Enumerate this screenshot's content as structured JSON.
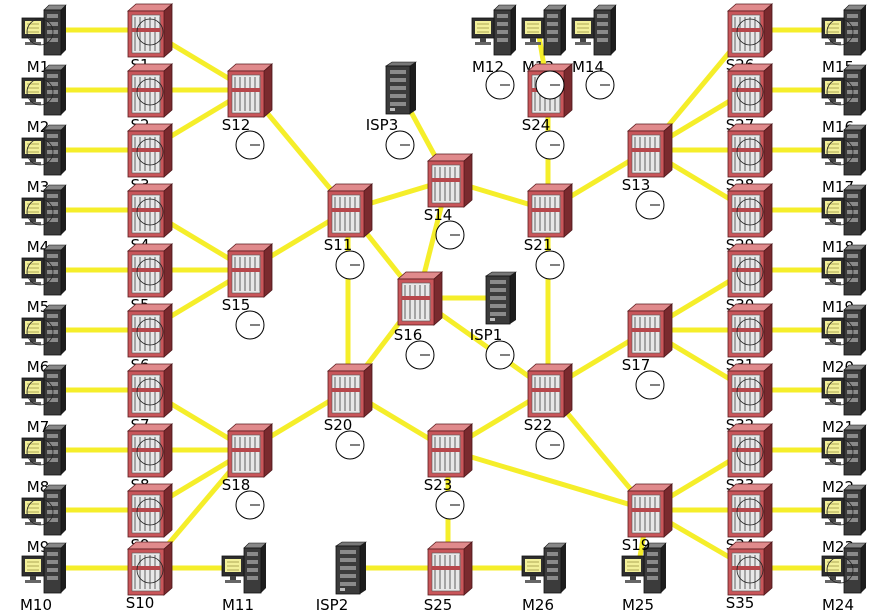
{
  "colors": {
    "link": "#f5ee2a",
    "switch_body": "#c9565a",
    "switch_dark": "#7a2a2e",
    "server_body": "#3b3b3b",
    "monitor_screen": "#f2f09a"
  },
  "nodes": [
    {
      "id": "M1",
      "label": "M1",
      "kind": "host"
    },
    {
      "id": "M2",
      "label": "M2",
      "kind": "host"
    },
    {
      "id": "M3",
      "label": "M3",
      "kind": "host"
    },
    {
      "id": "M4",
      "label": "M4",
      "kind": "host"
    },
    {
      "id": "M5",
      "label": "M5",
      "kind": "host"
    },
    {
      "id": "M6",
      "label": "M6",
      "kind": "host"
    },
    {
      "id": "M7",
      "label": "M7",
      "kind": "host"
    },
    {
      "id": "M8",
      "label": "M8",
      "kind": "host"
    },
    {
      "id": "M9",
      "label": "M9",
      "kind": "host"
    },
    {
      "id": "M10",
      "label": "M10",
      "kind": "host"
    },
    {
      "id": "M11",
      "label": "M11",
      "kind": "host"
    },
    {
      "id": "M12",
      "label": "M12",
      "kind": "host"
    },
    {
      "id": "M13",
      "label": "M13",
      "kind": "host"
    },
    {
      "id": "M14",
      "label": "M14",
      "kind": "host"
    },
    {
      "id": "M15",
      "label": "M15",
      "kind": "host"
    },
    {
      "id": "M16",
      "label": "M16",
      "kind": "host"
    },
    {
      "id": "M17",
      "label": "M17",
      "kind": "host"
    },
    {
      "id": "M18",
      "label": "M18",
      "kind": "host"
    },
    {
      "id": "M19",
      "label": "M19",
      "kind": "host"
    },
    {
      "id": "M20",
      "label": "M20",
      "kind": "host"
    },
    {
      "id": "M21",
      "label": "M21",
      "kind": "host"
    },
    {
      "id": "M22",
      "label": "M22",
      "kind": "host"
    },
    {
      "id": "M23",
      "label": "M23",
      "kind": "host"
    },
    {
      "id": "M24",
      "label": "M24",
      "kind": "host"
    },
    {
      "id": "M25",
      "label": "M25",
      "kind": "host"
    },
    {
      "id": "M26",
      "label": "M26",
      "kind": "host"
    },
    {
      "id": "ISP1",
      "label": "ISP1",
      "kind": "server"
    },
    {
      "id": "ISP2",
      "label": "ISP2",
      "kind": "server"
    },
    {
      "id": "ISP3",
      "label": "ISP3",
      "kind": "server"
    },
    {
      "id": "S1",
      "label": "S1",
      "kind": "switch"
    },
    {
      "id": "S2",
      "label": "S2",
      "kind": "switch"
    },
    {
      "id": "S3",
      "label": "S3",
      "kind": "switch"
    },
    {
      "id": "S4",
      "label": "S4",
      "kind": "switch"
    },
    {
      "id": "S5",
      "label": "S5",
      "kind": "switch"
    },
    {
      "id": "S6",
      "label": "S6",
      "kind": "switch"
    },
    {
      "id": "S7",
      "label": "S7",
      "kind": "switch"
    },
    {
      "id": "S8",
      "label": "S8",
      "kind": "switch"
    },
    {
      "id": "S9",
      "label": "S9",
      "kind": "switch"
    },
    {
      "id": "S10",
      "label": "S10",
      "kind": "switch"
    },
    {
      "id": "S11",
      "label": "S11",
      "kind": "switch"
    },
    {
      "id": "S12",
      "label": "S12",
      "kind": "switch"
    },
    {
      "id": "S13",
      "label": "S13",
      "kind": "switch"
    },
    {
      "id": "S14",
      "label": "S14",
      "kind": "switch"
    },
    {
      "id": "S15",
      "label": "S15",
      "kind": "switch"
    },
    {
      "id": "S16",
      "label": "S16",
      "kind": "switch"
    },
    {
      "id": "S17",
      "label": "S17",
      "kind": "switch"
    },
    {
      "id": "S18",
      "label": "S18",
      "kind": "switch"
    },
    {
      "id": "S19",
      "label": "S19",
      "kind": "switch"
    },
    {
      "id": "S20",
      "label": "S20",
      "kind": "switch"
    },
    {
      "id": "S21",
      "label": "S21",
      "kind": "switch"
    },
    {
      "id": "S22",
      "label": "S22",
      "kind": "switch"
    },
    {
      "id": "S23",
      "label": "S23",
      "kind": "switch"
    },
    {
      "id": "S24",
      "label": "S24",
      "kind": "switch"
    },
    {
      "id": "S25",
      "label": "S25",
      "kind": "switch"
    },
    {
      "id": "S26",
      "label": "S26",
      "kind": "switch"
    },
    {
      "id": "S27",
      "label": "S27",
      "kind": "switch"
    },
    {
      "id": "S28",
      "label": "S28",
      "kind": "switch"
    },
    {
      "id": "S29",
      "label": "S29",
      "kind": "switch"
    },
    {
      "id": "S30",
      "label": "S30",
      "kind": "switch"
    },
    {
      "id": "S31",
      "label": "S31",
      "kind": "switch"
    },
    {
      "id": "S32",
      "label": "S32",
      "kind": "switch"
    },
    {
      "id": "S33",
      "label": "S33",
      "kind": "switch"
    },
    {
      "id": "S34",
      "label": "S34",
      "kind": "switch"
    },
    {
      "id": "S35",
      "label": "S35",
      "kind": "switch"
    }
  ],
  "links": [
    [
      "M1",
      "S1"
    ],
    [
      "M2",
      "S2"
    ],
    [
      "M3",
      "S3"
    ],
    [
      "M4",
      "S4"
    ],
    [
      "M5",
      "S5"
    ],
    [
      "M6",
      "S6"
    ],
    [
      "M7",
      "S7"
    ],
    [
      "M8",
      "S8"
    ],
    [
      "M9",
      "S9"
    ],
    [
      "M10",
      "S10"
    ],
    [
      "S1",
      "S12"
    ],
    [
      "S2",
      "S12"
    ],
    [
      "S3",
      "S12"
    ],
    [
      "S4",
      "S15"
    ],
    [
      "S5",
      "S15"
    ],
    [
      "S6",
      "S15"
    ],
    [
      "S7",
      "S18"
    ],
    [
      "S8",
      "S18"
    ],
    [
      "S9",
      "S18"
    ],
    [
      "S10",
      "S18"
    ],
    [
      "S10",
      "M11"
    ],
    [
      "S12",
      "S11"
    ],
    [
      "S15",
      "S11"
    ],
    [
      "S18",
      "S20"
    ],
    [
      "S11",
      "S20"
    ],
    [
      "S11",
      "S14"
    ],
    [
      "S11",
      "S16"
    ],
    [
      "ISP3",
      "S14"
    ],
    [
      "S14",
      "S21"
    ],
    [
      "S14",
      "S16"
    ],
    [
      "S16",
      "ISP1"
    ],
    [
      "S16",
      "S20"
    ],
    [
      "S16",
      "S22"
    ],
    [
      "S20",
      "S23"
    ],
    [
      "S23",
      "S22"
    ],
    [
      "S23",
      "S25"
    ],
    [
      "S23",
      "S19"
    ],
    [
      "ISP2",
      "S25"
    ],
    [
      "S25",
      "M26"
    ],
    [
      "S24",
      "S21"
    ],
    [
      "M13",
      "S24"
    ],
    [
      "S21",
      "S13"
    ],
    [
      "S21",
      "S22"
    ],
    [
      "S22",
      "S17"
    ],
    [
      "S22",
      "S19"
    ],
    [
      "S13",
      "S26"
    ],
    [
      "S13",
      "S27"
    ],
    [
      "S13",
      "S28"
    ],
    [
      "S13",
      "S29"
    ],
    [
      "S17",
      "S30"
    ],
    [
      "S17",
      "S31"
    ],
    [
      "S17",
      "S32"
    ],
    [
      "S19",
      "S33"
    ],
    [
      "S19",
      "S34"
    ],
    [
      "S19",
      "S35"
    ],
    [
      "S19",
      "M25"
    ],
    [
      "S26",
      "M15"
    ],
    [
      "S27",
      "M16"
    ],
    [
      "S28",
      "M17"
    ],
    [
      "S29",
      "M18"
    ],
    [
      "S30",
      "M19"
    ],
    [
      "S31",
      "M20"
    ],
    [
      "S32",
      "M21"
    ],
    [
      "S33",
      "M22"
    ],
    [
      "S34",
      "M23"
    ],
    [
      "S35",
      "M24"
    ]
  ]
}
